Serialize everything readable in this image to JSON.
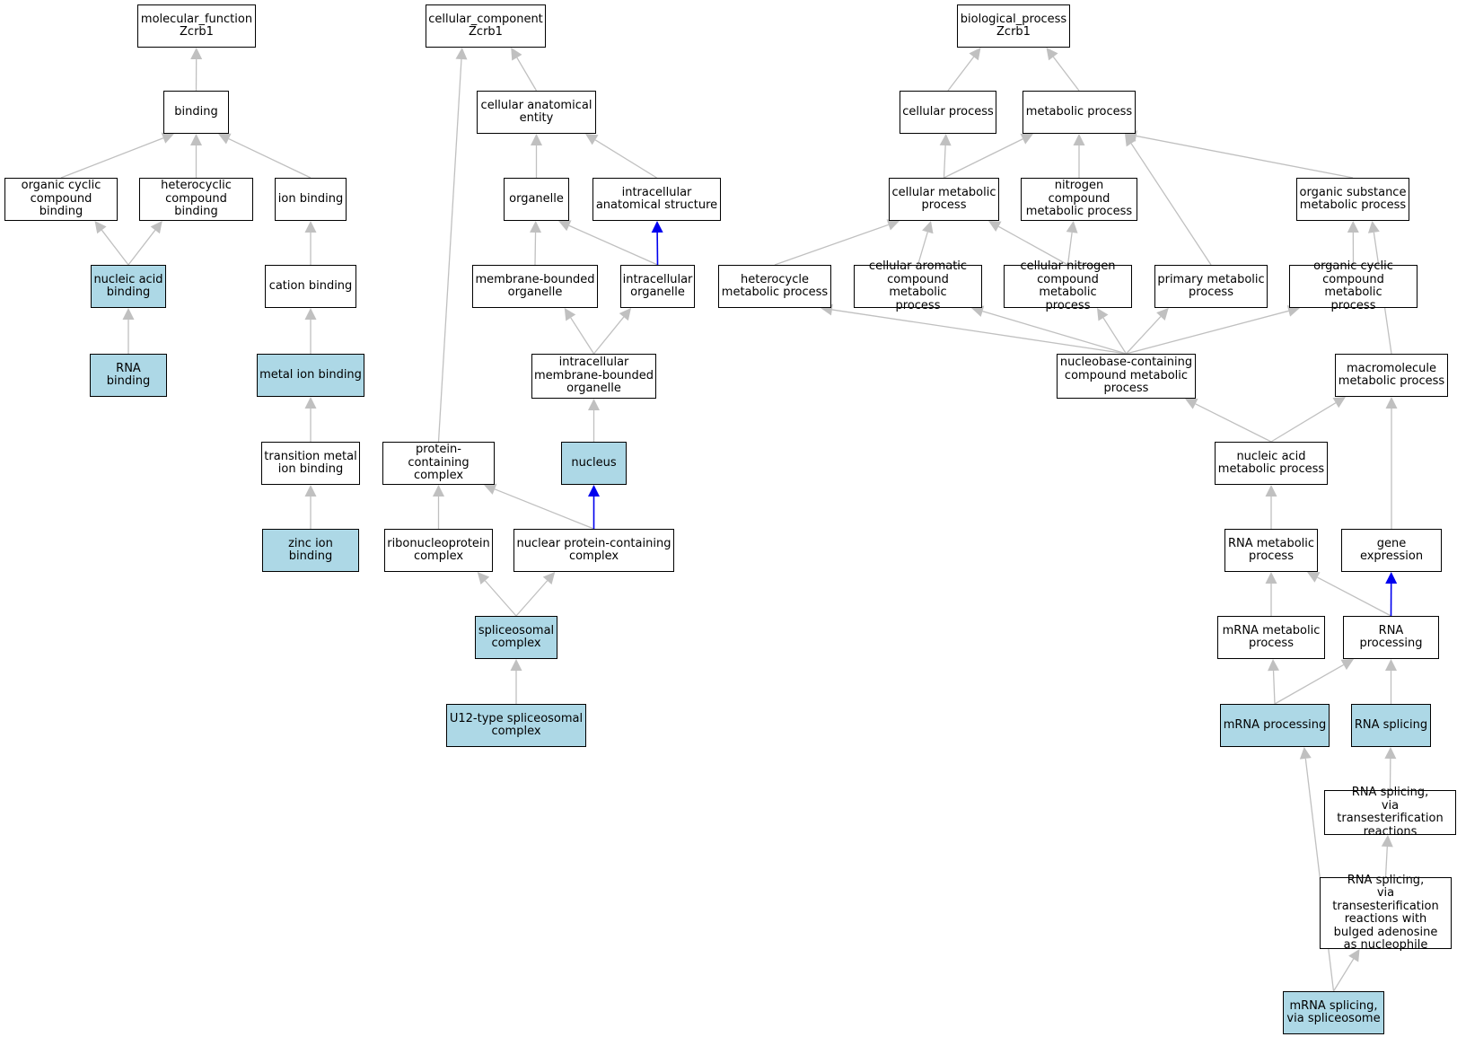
{
  "colors": {
    "edge": "#c0c0c0",
    "edge_highlight": "#0000ee",
    "node_highlight": "#add8e6",
    "node_fill": "#ffffff"
  },
  "nodes": {
    "mf_root": {
      "label": "molecular_function\nZcrb1",
      "highlighted": false
    },
    "binding": {
      "label": "binding",
      "highlighted": false
    },
    "organic_cyclic_compound_binding": {
      "label": "organic cyclic\ncompound binding",
      "highlighted": false
    },
    "heterocyclic_compound_binding": {
      "label": "heterocyclic\ncompound binding",
      "highlighted": false
    },
    "ion_binding": {
      "label": "ion binding",
      "highlighted": false
    },
    "nucleic_acid_binding": {
      "label": "nucleic acid\nbinding",
      "highlighted": true
    },
    "cation_binding": {
      "label": "cation binding",
      "highlighted": false
    },
    "rna_binding": {
      "label": "RNA binding",
      "highlighted": true
    },
    "metal_ion_binding": {
      "label": "metal ion binding",
      "highlighted": true
    },
    "transition_metal_ion_binding": {
      "label": "transition metal\nion binding",
      "highlighted": false
    },
    "zinc_ion_binding": {
      "label": "zinc ion binding",
      "highlighted": true
    },
    "cc_root": {
      "label": "cellular_component\nZcrb1",
      "highlighted": false
    },
    "cellular_anatomical_entity": {
      "label": "cellular anatomical\nentity",
      "highlighted": false
    },
    "organelle": {
      "label": "organelle",
      "highlighted": false
    },
    "intracellular_anatomical_structure": {
      "label": "intracellular\nanatomical structure",
      "highlighted": false
    },
    "membrane_bounded_organelle": {
      "label": "membrane-bounded\norganelle",
      "highlighted": false
    },
    "intracellular_organelle": {
      "label": "intracellular\norganelle",
      "highlighted": false
    },
    "intracellular_membrane_bounded_organelle": {
      "label": "intracellular\nmembrane-bounded\norganelle",
      "highlighted": false
    },
    "nucleus": {
      "label": "nucleus",
      "highlighted": true
    },
    "protein_containing_complex": {
      "label": "protein-containing\ncomplex",
      "highlighted": false
    },
    "ribonucleoprotein_complex": {
      "label": "ribonucleoprotein\ncomplex",
      "highlighted": false
    },
    "nuclear_protein_containing_complex": {
      "label": "nuclear protein-containing\ncomplex",
      "highlighted": false
    },
    "spliceosomal_complex": {
      "label": "spliceosomal\ncomplex",
      "highlighted": true
    },
    "u12_spliceosomal_complex": {
      "label": "U12-type spliceosomal\ncomplex",
      "highlighted": true
    },
    "bp_root": {
      "label": "biological_process\nZcrb1",
      "highlighted": false
    },
    "cellular_process": {
      "label": "cellular process",
      "highlighted": false
    },
    "metabolic_process": {
      "label": "metabolic process",
      "highlighted": false
    },
    "cellular_metabolic_process": {
      "label": "cellular metabolic\nprocess",
      "highlighted": false
    },
    "nitrogen_compound_metabolic_process": {
      "label": "nitrogen compound\nmetabolic process",
      "highlighted": false
    },
    "organic_substance_metabolic_process": {
      "label": "organic substance\nmetabolic process",
      "highlighted": false
    },
    "heterocycle_metabolic_process": {
      "label": "heterocycle\nmetabolic process",
      "highlighted": false
    },
    "cellular_aromatic_compound_metabolic_process": {
      "label": "cellular aromatic\ncompound metabolic\nprocess",
      "highlighted": false
    },
    "cellular_nitrogen_compound_metabolic_process": {
      "label": "cellular nitrogen\ncompound metabolic\nprocess",
      "highlighted": false
    },
    "primary_metabolic_process": {
      "label": "primary metabolic\nprocess",
      "highlighted": false
    },
    "organic_cyclic_compound_metabolic_process": {
      "label": "organic cyclic\ncompound metabolic\nprocess",
      "highlighted": false
    },
    "nucleobase_containing_compound_metabolic_process": {
      "label": "nucleobase-containing\ncompound metabolic\nprocess",
      "highlighted": false
    },
    "macromolecule_metabolic_process": {
      "label": "macromolecule\nmetabolic process",
      "highlighted": false
    },
    "nucleic_acid_metabolic_process": {
      "label": "nucleic acid\nmetabolic process",
      "highlighted": false
    },
    "rna_metabolic_process": {
      "label": "RNA metabolic\nprocess",
      "highlighted": false
    },
    "gene_expression": {
      "label": "gene expression",
      "highlighted": false
    },
    "mrna_metabolic_process": {
      "label": "mRNA metabolic\nprocess",
      "highlighted": false
    },
    "rna_processing": {
      "label": "RNA processing",
      "highlighted": false
    },
    "mrna_processing": {
      "label": "mRNA processing",
      "highlighted": true
    },
    "rna_splicing": {
      "label": "RNA splicing",
      "highlighted": true
    },
    "rna_splicing_via_transesterification": {
      "label": "RNA splicing,\nvia transesterification\nreactions",
      "highlighted": false
    },
    "rna_splicing_bulged_adenosine": {
      "label": "RNA splicing,\nvia transesterification\nreactions with\nbulged adenosine\nas nucleophile",
      "highlighted": false
    },
    "mrna_splicing_via_spliceosome": {
      "label": "mRNA splicing,\nvia spliceosome",
      "highlighted": true
    }
  },
  "edges": [
    {
      "from": "binding",
      "to": "mf_root",
      "highlighted": false
    },
    {
      "from": "organic_cyclic_compound_binding",
      "to": "binding",
      "highlighted": false
    },
    {
      "from": "heterocyclic_compound_binding",
      "to": "binding",
      "highlighted": false
    },
    {
      "from": "ion_binding",
      "to": "binding",
      "highlighted": false
    },
    {
      "from": "nucleic_acid_binding",
      "to": "organic_cyclic_compound_binding",
      "highlighted": false
    },
    {
      "from": "nucleic_acid_binding",
      "to": "heterocyclic_compound_binding",
      "highlighted": false
    },
    {
      "from": "cation_binding",
      "to": "ion_binding",
      "highlighted": false
    },
    {
      "from": "rna_binding",
      "to": "nucleic_acid_binding",
      "highlighted": false
    },
    {
      "from": "metal_ion_binding",
      "to": "cation_binding",
      "highlighted": false
    },
    {
      "from": "transition_metal_ion_binding",
      "to": "metal_ion_binding",
      "highlighted": false
    },
    {
      "from": "zinc_ion_binding",
      "to": "transition_metal_ion_binding",
      "highlighted": false
    },
    {
      "from": "cellular_anatomical_entity",
      "to": "cc_root",
      "highlighted": false
    },
    {
      "from": "protein_containing_complex",
      "to": "cc_root",
      "highlighted": false
    },
    {
      "from": "organelle",
      "to": "cellular_anatomical_entity",
      "highlighted": false
    },
    {
      "from": "intracellular_anatomical_structure",
      "to": "cellular_anatomical_entity",
      "highlighted": false
    },
    {
      "from": "membrane_bounded_organelle",
      "to": "organelle",
      "highlighted": false
    },
    {
      "from": "intracellular_organelle",
      "to": "organelle",
      "highlighted": false
    },
    {
      "from": "intracellular_organelle",
      "to": "intracellular_anatomical_structure",
      "highlighted": true
    },
    {
      "from": "intracellular_membrane_bounded_organelle",
      "to": "membrane_bounded_organelle",
      "highlighted": false
    },
    {
      "from": "intracellular_membrane_bounded_organelle",
      "to": "intracellular_organelle",
      "highlighted": false
    },
    {
      "from": "nucleus",
      "to": "intracellular_membrane_bounded_organelle",
      "highlighted": false
    },
    {
      "from": "ribonucleoprotein_complex",
      "to": "protein_containing_complex",
      "highlighted": false
    },
    {
      "from": "nuclear_protein_containing_complex",
      "to": "protein_containing_complex",
      "highlighted": false
    },
    {
      "from": "nuclear_protein_containing_complex",
      "to": "nucleus",
      "highlighted": true
    },
    {
      "from": "spliceosomal_complex",
      "to": "ribonucleoprotein_complex",
      "highlighted": false
    },
    {
      "from": "spliceosomal_complex",
      "to": "nuclear_protein_containing_complex",
      "highlighted": false
    },
    {
      "from": "u12_spliceosomal_complex",
      "to": "spliceosomal_complex",
      "highlighted": false
    },
    {
      "from": "cellular_process",
      "to": "bp_root",
      "highlighted": false
    },
    {
      "from": "metabolic_process",
      "to": "bp_root",
      "highlighted": false
    },
    {
      "from": "cellular_metabolic_process",
      "to": "cellular_process",
      "highlighted": false
    },
    {
      "from": "cellular_metabolic_process",
      "to": "metabolic_process",
      "highlighted": false
    },
    {
      "from": "nitrogen_compound_metabolic_process",
      "to": "metabolic_process",
      "highlighted": false
    },
    {
      "from": "primary_metabolic_process",
      "to": "metabolic_process",
      "highlighted": false
    },
    {
      "from": "organic_substance_metabolic_process",
      "to": "metabolic_process",
      "highlighted": false
    },
    {
      "from": "heterocycle_metabolic_process",
      "to": "cellular_metabolic_process",
      "highlighted": false
    },
    {
      "from": "cellular_aromatic_compound_metabolic_process",
      "to": "cellular_metabolic_process",
      "highlighted": false
    },
    {
      "from": "cellular_nitrogen_compound_metabolic_process",
      "to": "cellular_metabolic_process",
      "highlighted": false
    },
    {
      "from": "cellular_nitrogen_compound_metabolic_process",
      "to": "nitrogen_compound_metabolic_process",
      "highlighted": false
    },
    {
      "from": "organic_cyclic_compound_metabolic_process",
      "to": "organic_substance_metabolic_process",
      "highlighted": false
    },
    {
      "from": "macromolecule_metabolic_process",
      "to": "organic_substance_metabolic_process",
      "highlighted": false
    },
    {
      "from": "nucleobase_containing_compound_metabolic_process",
      "to": "heterocycle_metabolic_process",
      "highlighted": false
    },
    {
      "from": "nucleobase_containing_compound_metabolic_process",
      "to": "cellular_aromatic_compound_metabolic_process",
      "highlighted": false
    },
    {
      "from": "nucleobase_containing_compound_metabolic_process",
      "to": "cellular_nitrogen_compound_metabolic_process",
      "highlighted": false
    },
    {
      "from": "nucleobase_containing_compound_metabolic_process",
      "to": "primary_metabolic_process",
      "highlighted": false
    },
    {
      "from": "nucleobase_containing_compound_metabolic_process",
      "to": "organic_cyclic_compound_metabolic_process",
      "highlighted": false
    },
    {
      "from": "nucleic_acid_metabolic_process",
      "to": "nucleobase_containing_compound_metabolic_process",
      "highlighted": false
    },
    {
      "from": "nucleic_acid_metabolic_process",
      "to": "macromolecule_metabolic_process",
      "highlighted": false
    },
    {
      "from": "gene_expression",
      "to": "macromolecule_metabolic_process",
      "highlighted": false
    },
    {
      "from": "rna_metabolic_process",
      "to": "nucleic_acid_metabolic_process",
      "highlighted": false
    },
    {
      "from": "mrna_metabolic_process",
      "to": "rna_metabolic_process",
      "highlighted": false
    },
    {
      "from": "rna_processing",
      "to": "rna_metabolic_process",
      "highlighted": false
    },
    {
      "from": "rna_processing",
      "to": "gene_expression",
      "highlighted": true
    },
    {
      "from": "mrna_processing",
      "to": "mrna_metabolic_process",
      "highlighted": false
    },
    {
      "from": "mrna_processing",
      "to": "rna_processing",
      "highlighted": false
    },
    {
      "from": "rna_splicing",
      "to": "rna_processing",
      "highlighted": false
    },
    {
      "from": "rna_splicing_via_transesterification",
      "to": "rna_splicing",
      "highlighted": false
    },
    {
      "from": "rna_splicing_bulged_adenosine",
      "to": "rna_splicing_via_transesterification",
      "highlighted": false
    },
    {
      "from": "mrna_splicing_via_spliceosome",
      "to": "rna_splicing_bulged_adenosine",
      "highlighted": false
    },
    {
      "from": "mrna_splicing_via_spliceosome",
      "to": "mrna_processing",
      "highlighted": false
    }
  ]
}
